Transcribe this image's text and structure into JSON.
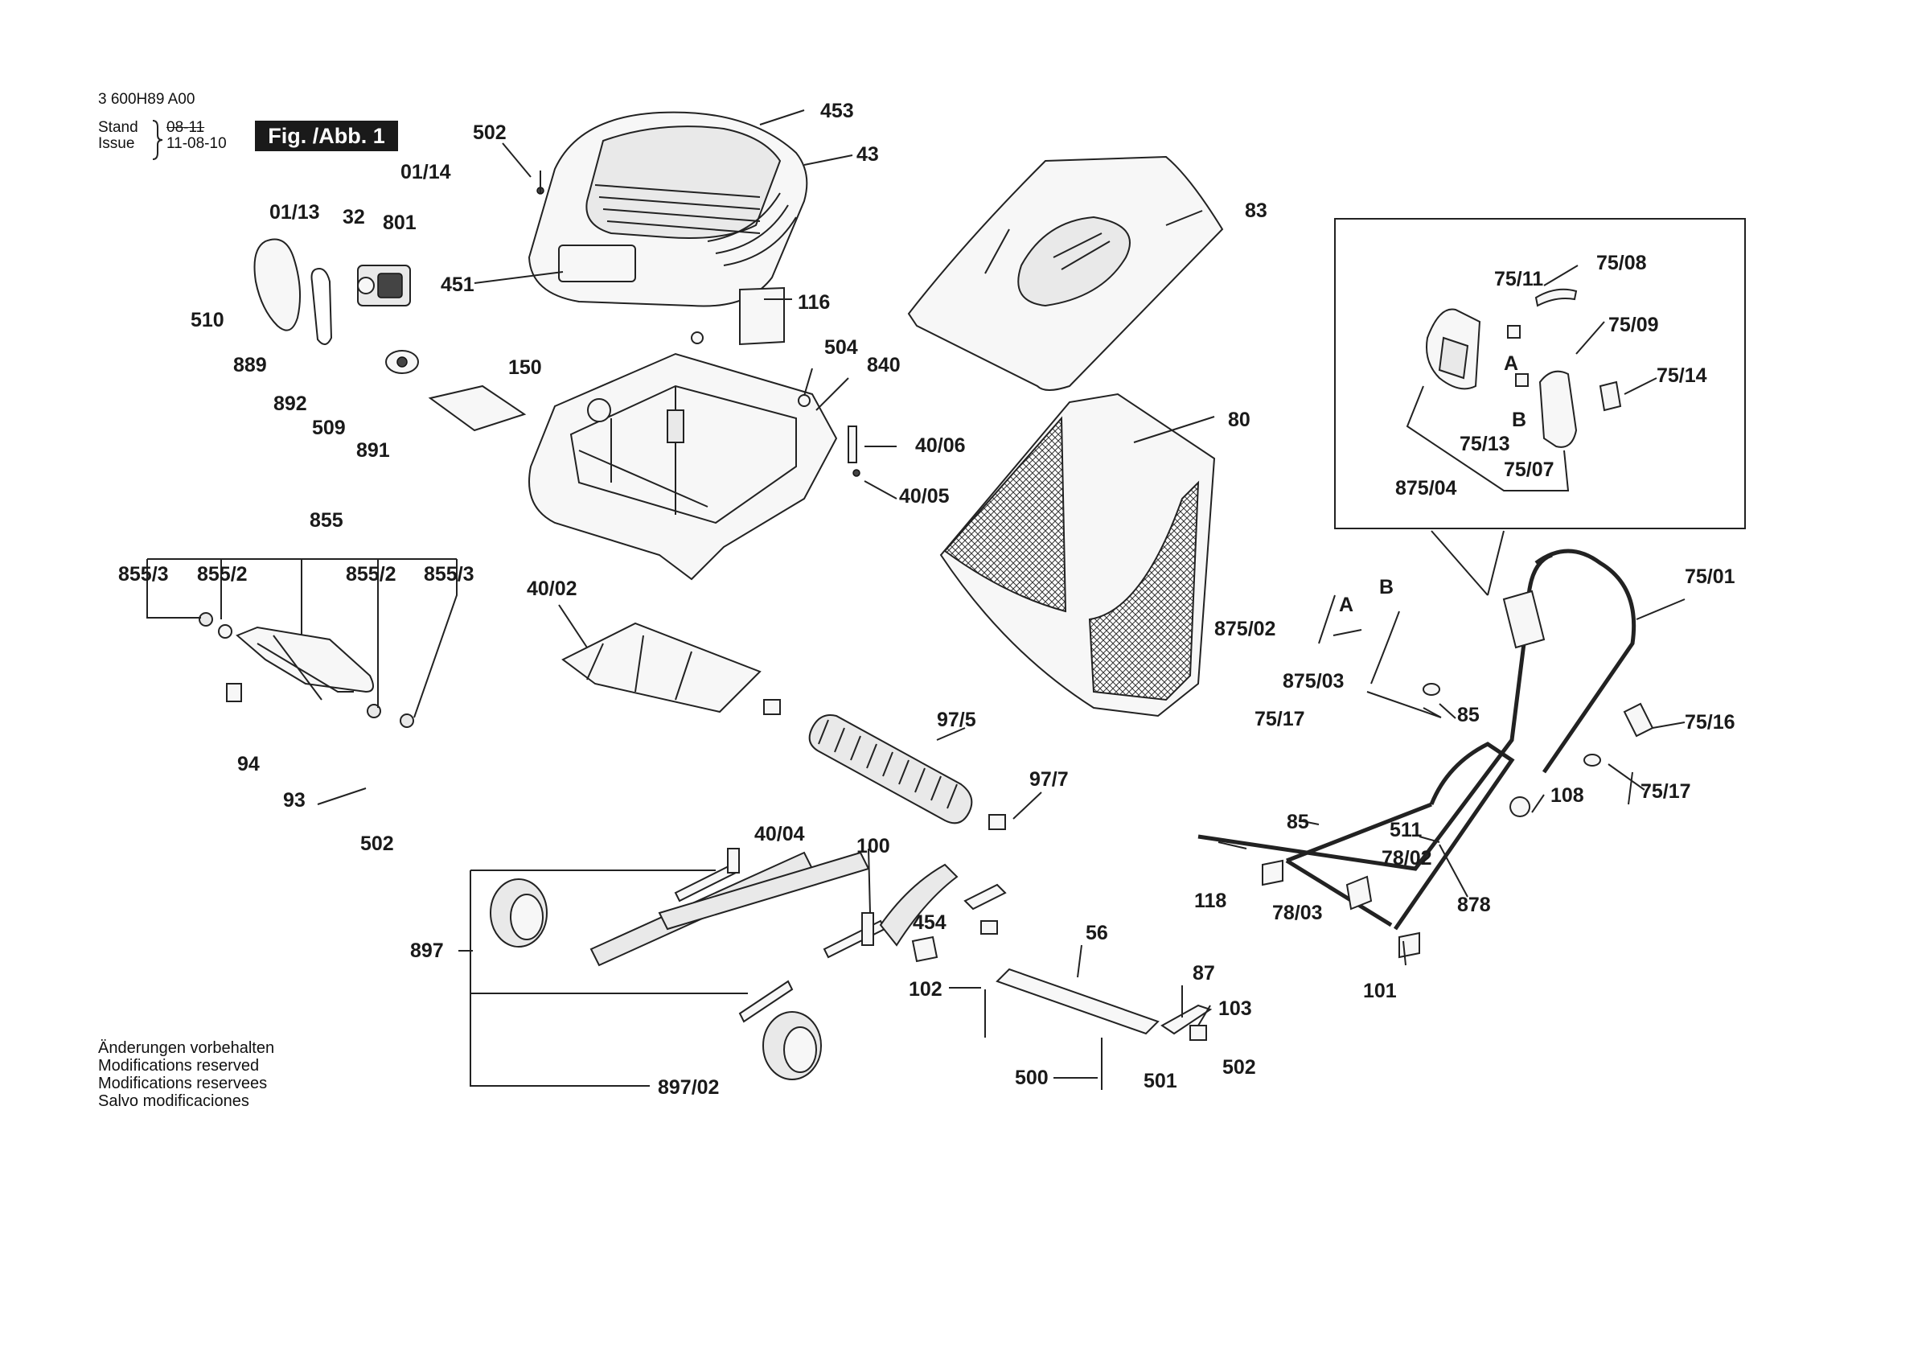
{
  "header": {
    "doc_number": "3 600H89 A00",
    "stand_label": "Stand",
    "issue_label": "Issue",
    "stand_date": "08-11",
    "issue_date": "11-08-10",
    "figure_label": "Fig. /Abb. 1"
  },
  "notes": [
    "Änderungen vorbehalten",
    "Modifications reserved",
    "Modifications reservees",
    "Salvo modificaciones"
  ],
  "labels": {
    "l453": "453",
    "l43": "43",
    "l502a": "502",
    "l01_14": "01/14",
    "l01_13": "01/13",
    "l32": "32",
    "l801": "801",
    "l451": "451",
    "l510": "510",
    "l889": "889",
    "l892": "892",
    "l509": "509",
    "l891": "891",
    "l150": "150",
    "l116": "116",
    "l504": "504",
    "l840": "840",
    "l40_06": "40/06",
    "l40_05": "40/05",
    "l83": "83",
    "l80": "80",
    "l855": "855",
    "l855_3a": "855/3",
    "l855_2a": "855/2",
    "l855_2b": "855/2",
    "l855_3b": "855/3",
    "l94": "94",
    "l93": "93",
    "l502b": "502",
    "l40_02": "40/02",
    "l97_5": "97/5",
    "l97_7": "97/7",
    "l40_04": "40/04",
    "l100": "100",
    "l454": "454",
    "l897": "897",
    "l897_02": "897/02",
    "l102": "102",
    "l56": "56",
    "l500": "500",
    "l501": "501",
    "l87": "87",
    "l103": "103",
    "l502c": "502",
    "l75_11": "75/11",
    "l75_08": "75/08",
    "l75_09": "75/09",
    "lA1": "A",
    "lB1": "B",
    "l75_14": "75/14",
    "l75_13": "75/13",
    "l75_07": "75/07",
    "l875_04": "875/04",
    "l75_01": "75/01",
    "lB2": "B",
    "lA2": "A",
    "l875_02": "875/02",
    "l875_03": "875/03",
    "l75_17a": "75/17",
    "l85a": "85",
    "l75_16": "75/16",
    "l75_17b": "75/17",
    "l108": "108",
    "l85b": "85",
    "l511": "511",
    "l78_02": "78/02",
    "l118": "118",
    "l78_03": "78/03",
    "l878": "878",
    "l101": "101"
  }
}
